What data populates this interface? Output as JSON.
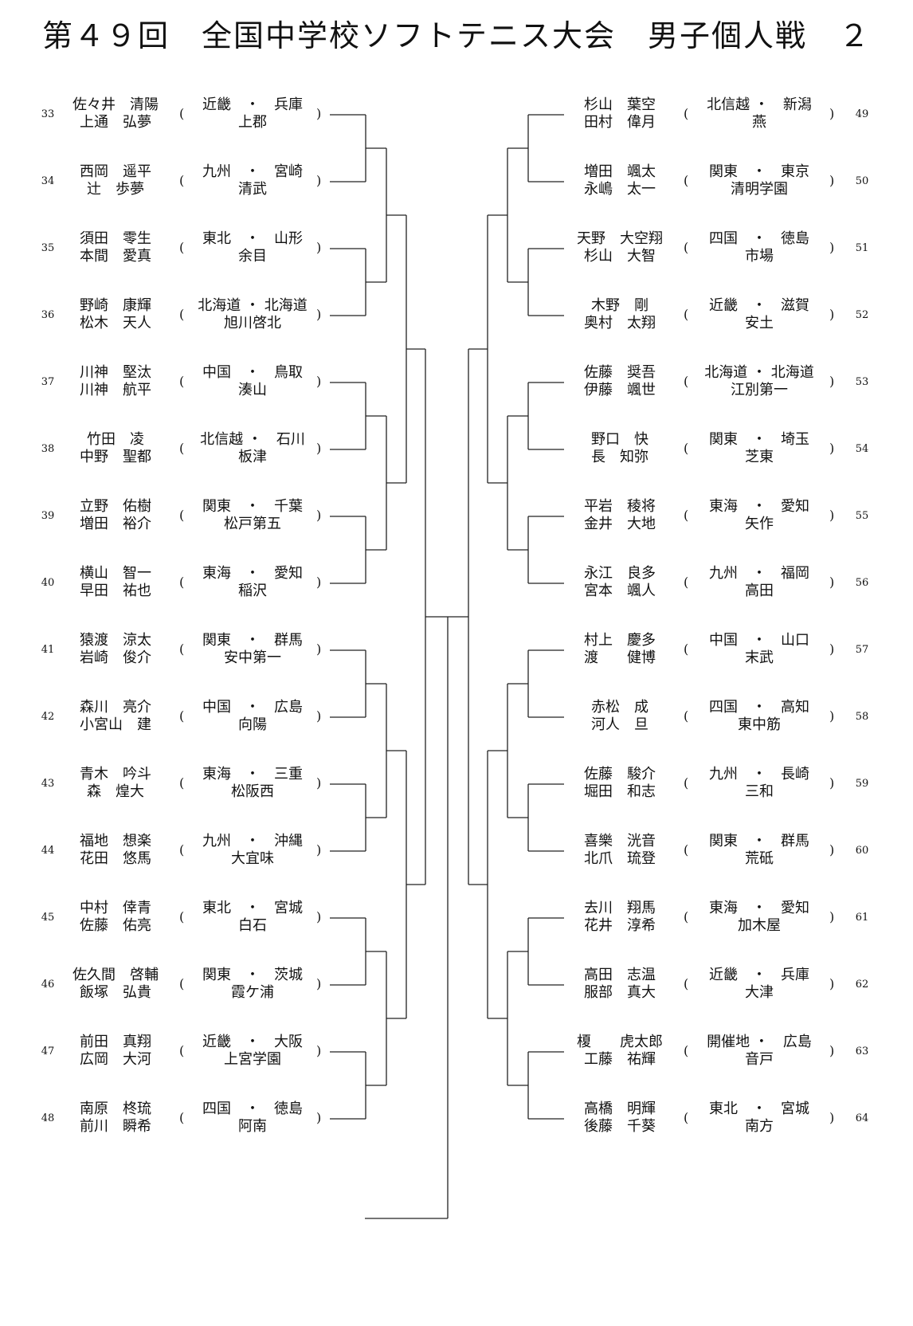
{
  "title": "第４９回　全国中学校ソフトテニス大会　男子個人戦　２",
  "left": [
    {
      "no": "33",
      "p1": "佐々井　清陽",
      "p2": "上通　弘夢",
      "region": "近畿　・　兵庫",
      "school": "上郡"
    },
    {
      "no": "34",
      "p1": "西岡　遥平",
      "p2": "辻　歩夢",
      "region": "九州　・　宮崎",
      "school": "清武"
    },
    {
      "no": "35",
      "p1": "須田　零生",
      "p2": "本間　愛真",
      "region": "東北　・　山形",
      "school": "余目"
    },
    {
      "no": "36",
      "p1": "野崎　康輝",
      "p2": "松木　天人",
      "region": "北海道 ・ 北海道",
      "school": "旭川啓北"
    },
    {
      "no": "37",
      "p1": "川神　堅汰",
      "p2": "川神　航平",
      "region": "中国　・　鳥取",
      "school": "湊山"
    },
    {
      "no": "38",
      "p1": "竹田　凌",
      "p2": "中野　聖都",
      "region": "北信越 ・　石川",
      "school": "板津"
    },
    {
      "no": "39",
      "p1": "立野　佑樹",
      "p2": "増田　裕介",
      "region": "関東　・　千葉",
      "school": "松戸第五"
    },
    {
      "no": "40",
      "p1": "横山　智一",
      "p2": "早田　祐也",
      "region": "東海　・　愛知",
      "school": "稲沢"
    },
    {
      "no": "41",
      "p1": "猿渡　涼太",
      "p2": "岩崎　俊介",
      "region": "関東　・　群馬",
      "school": "安中第一"
    },
    {
      "no": "42",
      "p1": "森川　亮介",
      "p2": "小宮山　建",
      "region": "中国　・　広島",
      "school": "向陽"
    },
    {
      "no": "43",
      "p1": "青木　吟斗",
      "p2": "森　煌大",
      "region": "東海　・　三重",
      "school": "松阪西"
    },
    {
      "no": "44",
      "p1": "福地　想楽",
      "p2": "花田　悠馬",
      "region": "九州　・　沖縄",
      "school": "大宜味"
    },
    {
      "no": "45",
      "p1": "中村　倖青",
      "p2": "佐藤　佑亮",
      "region": "東北　・　宮城",
      "school": "白石"
    },
    {
      "no": "46",
      "p1": "佐久間　啓輔",
      "p2": "飯塚　弘貴",
      "region": "関東　・　茨城",
      "school": "霞ケ浦"
    },
    {
      "no": "47",
      "p1": "前田　真翔",
      "p2": "広岡　大河",
      "region": "近畿　・　大阪",
      "school": "上宮学園"
    },
    {
      "no": "48",
      "p1": "南原　柊琉",
      "p2": "前川　瞬希",
      "region": "四国　・　徳島",
      "school": "阿南"
    }
  ],
  "right": [
    {
      "no": "49",
      "p1": "杉山　葉空",
      "p2": "田村　偉月",
      "region": "北信越 ・　新潟",
      "school": "燕"
    },
    {
      "no": "50",
      "p1": "増田　颯太",
      "p2": "永嶋　太一",
      "region": "関東　・　東京",
      "school": "清明学園"
    },
    {
      "no": "51",
      "p1": "天野　大空翔",
      "p2": "杉山　大智",
      "region": "四国　・　徳島",
      "school": "市場"
    },
    {
      "no": "52",
      "p1": "木野　剛",
      "p2": "奥村　太翔",
      "region": "近畿　・　滋賀",
      "school": "安土"
    },
    {
      "no": "53",
      "p1": "佐藤　奨吾",
      "p2": "伊藤　颯世",
      "region": "北海道 ・ 北海道",
      "school": "江別第一"
    },
    {
      "no": "54",
      "p1": "野口　快",
      "p2": "長　知弥",
      "region": "関東　・　埼玉",
      "school": "芝東"
    },
    {
      "no": "55",
      "p1": "平岩　稜将",
      "p2": "金井　大地",
      "region": "東海　・　愛知",
      "school": "矢作"
    },
    {
      "no": "56",
      "p1": "永江　良多",
      "p2": "宮本　颯人",
      "region": "九州　・　福岡",
      "school": "高田"
    },
    {
      "no": "57",
      "p1": "村上　慶多",
      "p2": "渡　　健博",
      "region": "中国　・　山口",
      "school": "末武"
    },
    {
      "no": "58",
      "p1": "赤松　成",
      "p2": "河人　旦",
      "region": "四国　・　高知",
      "school": "東中筋"
    },
    {
      "no": "59",
      "p1": "佐藤　駿介",
      "p2": "堀田　和志",
      "region": "九州　・　長崎",
      "school": "三和"
    },
    {
      "no": "60",
      "p1": "喜樂　洸音",
      "p2": "北爪　琉登",
      "region": "関東　・　群馬",
      "school": "荒砥"
    },
    {
      "no": "61",
      "p1": "去川　翔馬",
      "p2": "花井　淳希",
      "region": "東海　・　愛知",
      "school": "加木屋"
    },
    {
      "no": "62",
      "p1": "高田　志温",
      "p2": "服部　真大",
      "region": "近畿　・　兵庫",
      "school": "大津"
    },
    {
      "no": "63",
      "p1": "榎　　虎太郎",
      "p2": "工藤　祐輝",
      "region": "開催地 ・　広島",
      "school": "音戸"
    },
    {
      "no": "64",
      "p1": "高橋　明輝",
      "p2": "後藤　千葵",
      "region": "東北　・　宮城",
      "school": "南方"
    }
  ]
}
